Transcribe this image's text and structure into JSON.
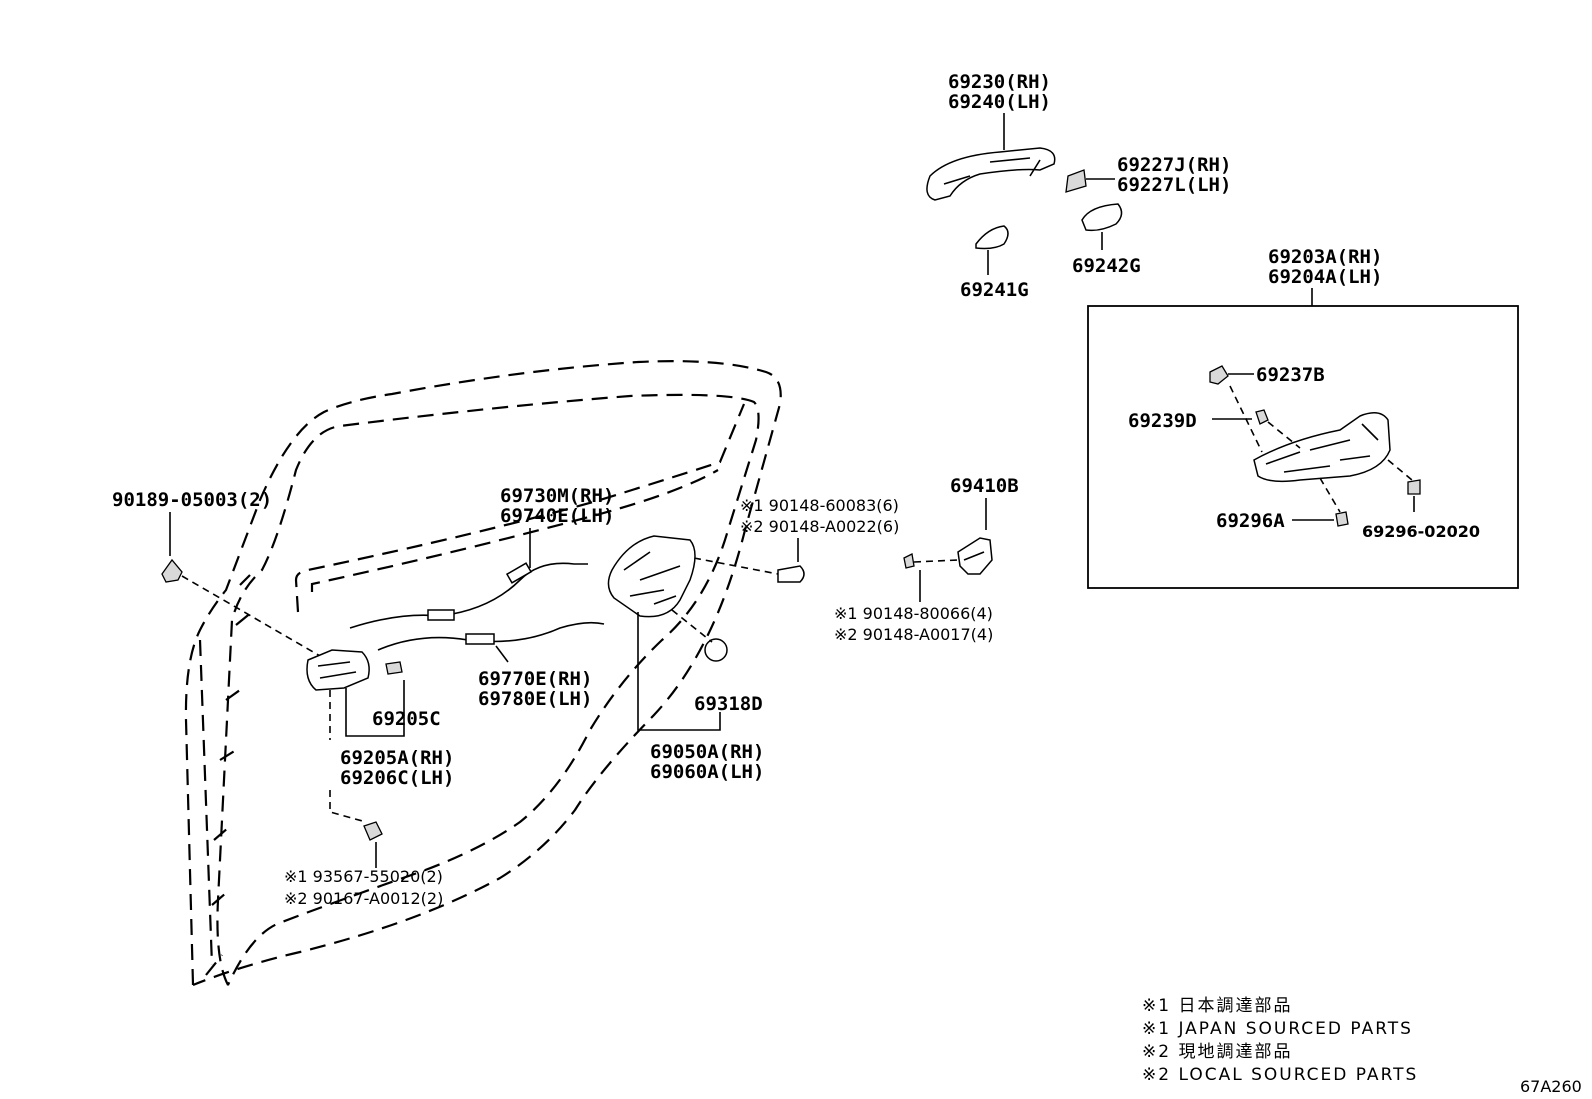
{
  "diagram_code": "67A260",
  "labels": {
    "p69230": "69230(RH)",
    "p69240": "69240(LH)",
    "p69227J": "69227J(RH)",
    "p69227L": "69227L(LH)",
    "p69241G": "69241G",
    "p69242G": "69242G",
    "p69203A": "69203A(RH)",
    "p69204A": "69204A(LH)",
    "p69237B": "69237B",
    "p69239D": "69239D",
    "p69296A": "69296A",
    "p69296_02020": "69296-02020",
    "p69410B": "69410B",
    "p90148_60083": "※1 90148-60083(6)",
    "p90148_A0022": "※2 90148-A0022(6)",
    "p90148_80066": "※1 90148-80066(4)",
    "p90148_A0017": "※2 90148-A0017(4)",
    "p69730M": "69730M(RH)",
    "p69740E": "69740E(LH)",
    "p90189": "90189-05003(2)",
    "p69770E": "69770E(RH)",
    "p69780E": "69780E(LH)",
    "p69205C": "69205C",
    "p69205A": "69205A(RH)",
    "p69206C": "69206C(LH)",
    "p69318D": "69318D",
    "p69050A": "69050A(RH)",
    "p69060A": "69060A(LH)",
    "p93567": "※1 93567-55020(2)",
    "p90167": "※2 90167-A0012(2)"
  },
  "legend": [
    "※1 日本調達部品",
    "※1 JAPAN SOURCED PARTS",
    "※2 現地調達部品",
    "※2 LOCAL SOURCED PARTS"
  ]
}
